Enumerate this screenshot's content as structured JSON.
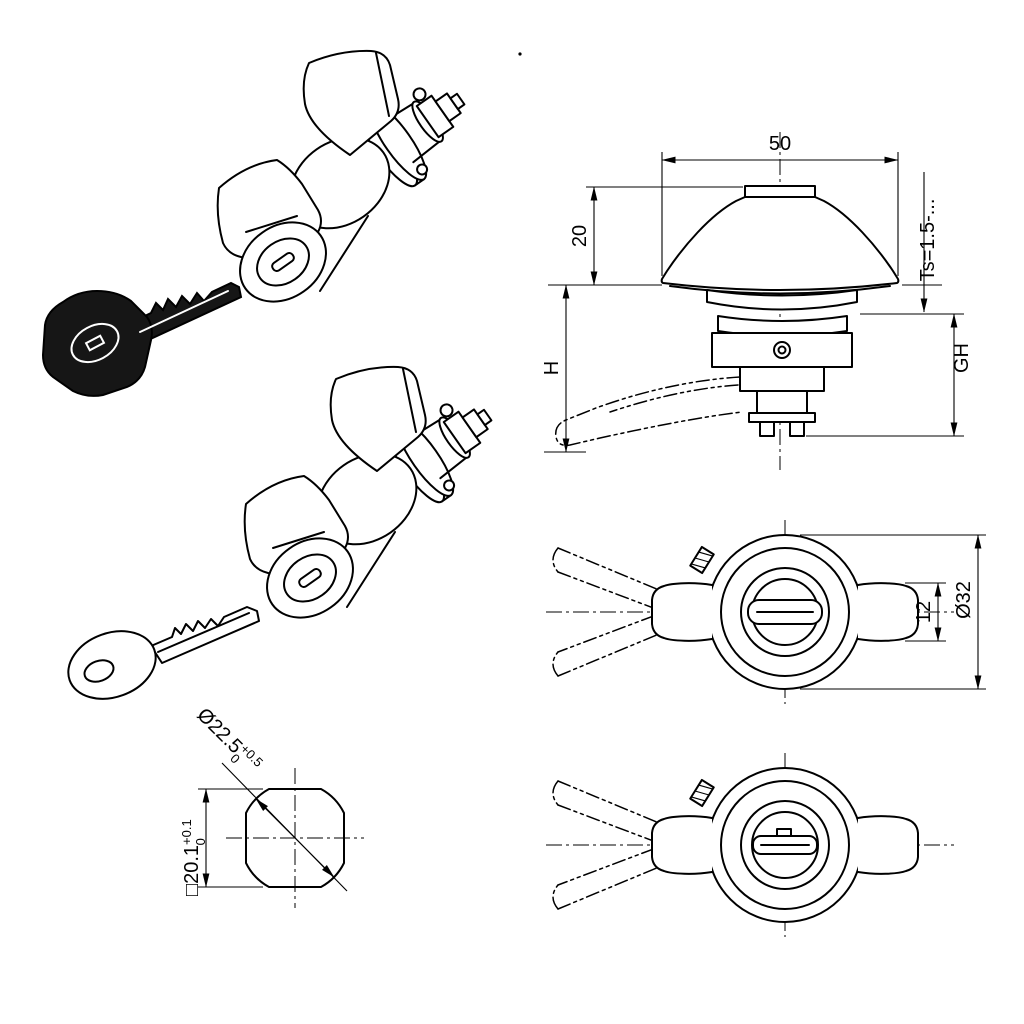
{
  "drawing": {
    "front_view": {
      "width": "50",
      "knob_height": "20",
      "install_height": "H",
      "panel_thickness": "Ts=1.5-...",
      "grip_height": "GH"
    },
    "top_view": {
      "wing_width": "12",
      "knob_diameter": "Ø32"
    },
    "cutout": {
      "diameter": "Ø22.5",
      "diameter_tol_upper": "+0.5",
      "diameter_tol_lower": "0",
      "square": "□20.1",
      "square_tol_upper": "+0.1",
      "square_tol_lower": "0"
    }
  },
  "colors": {
    "line": "#000000",
    "background": "#ffffff",
    "key_fill": "#161616"
  }
}
